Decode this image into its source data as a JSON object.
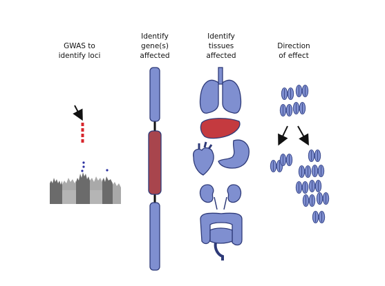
{
  "columns": [
    {
      "lines": [
        "GWAS to",
        "identify loci"
      ]
    },
    {
      "lines": [
        "Identify",
        "gene(s)",
        "affected"
      ]
    },
    {
      "lines": [
        "Identify",
        "tissues",
        "affected"
      ]
    },
    {
      "lines": [
        "Direction",
        "of effect"
      ]
    }
  ],
  "colors": {
    "blue": "#7f8fd0",
    "blue_stroke": "#3b4a8c",
    "red": "#c43a3f",
    "red_dark": "#a8454d",
    "grey_dark": "#6b6b6b",
    "grey_light": "#a9a9a9",
    "outline": "#2e3a78"
  },
  "icons": [
    "arrow-icon",
    "gene-bar-icon",
    "lungs-icon",
    "liver-icon",
    "heart-icon",
    "stomach-icon",
    "kidneys-icon",
    "intestine-icon",
    "cell-pair-icon"
  ]
}
